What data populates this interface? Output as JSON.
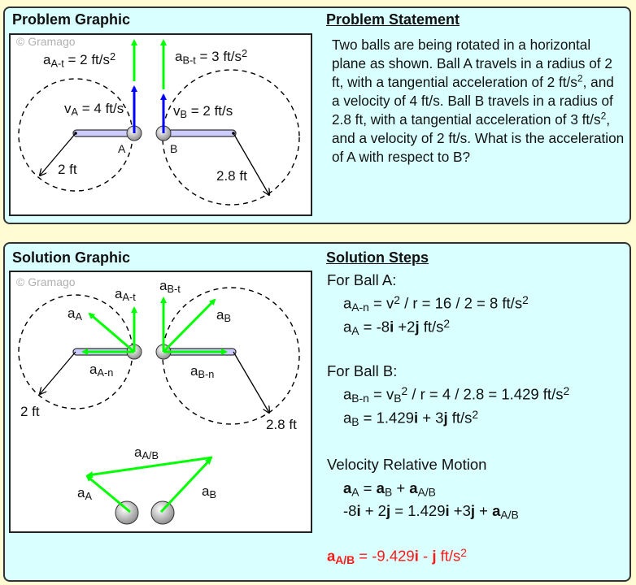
{
  "problem": {
    "graphic_title": "Problem Graphic",
    "statement_title": "Problem Statement",
    "watermark": "© Gramago",
    "statement": [
      [
        "Two balls are being rotated in a horizontal plane as shown. Ball A travels in a radius of 2 ft, with a tangential acceleration of 2 ft/s",
        ""
      ],
      [
        "2",
        "sup"
      ],
      [
        ", and a velocity of 4 ft/s. Ball B travels in a radius of 2.8 ft, with a tangential acceleration of 3 ft/s",
        ""
      ],
      [
        "2",
        "sup"
      ],
      [
        ", and a velocity of 2 ft/s. What is the acceleration of A with respect to B?",
        ""
      ]
    ],
    "labels": {
      "aAt": [
        [
          "a",
          ""
        ],
        [
          "A-t",
          "sub"
        ],
        [
          " = 2 ft/s",
          ""
        ],
        [
          "2",
          "sup"
        ]
      ],
      "aBt": [
        [
          "a",
          ""
        ],
        [
          "B-t",
          "sub"
        ],
        [
          " = 3 ft/s",
          ""
        ],
        [
          "2",
          "sup"
        ]
      ],
      "vA": [
        [
          "v",
          ""
        ],
        [
          "A",
          "sub"
        ],
        [
          " = 4 ft/s",
          ""
        ]
      ],
      "vB": [
        [
          "v",
          ""
        ],
        [
          "B",
          "sub"
        ],
        [
          " = 2 ft/s",
          ""
        ]
      ],
      "A": [
        [
          "A",
          ""
        ]
      ],
      "B": [
        [
          "B",
          ""
        ]
      ],
      "rA": [
        [
          "2 ft",
          ""
        ]
      ],
      "rB": [
        [
          "2.8 ft",
          ""
        ]
      ]
    }
  },
  "solution": {
    "graphic_title": "Solution Graphic",
    "steps_title": "Solution Steps",
    "watermark": "© Gramago",
    "labels": {
      "aAt": [
        [
          "a",
          ""
        ],
        [
          "A-t",
          "sub"
        ]
      ],
      "aA": [
        [
          "a",
          ""
        ],
        [
          "A",
          "sub"
        ]
      ],
      "aBt": [
        [
          "a",
          ""
        ],
        [
          "B-t",
          "sub"
        ]
      ],
      "aB": [
        [
          "a",
          ""
        ],
        [
          "B",
          "sub"
        ]
      ],
      "aAn": [
        [
          "a",
          ""
        ],
        [
          "A-n",
          "sub"
        ]
      ],
      "aBn": [
        [
          "a",
          ""
        ],
        [
          "B-n",
          "sub"
        ]
      ],
      "rA": [
        [
          "2 ft",
          ""
        ]
      ],
      "rB": [
        [
          "2.8 ft",
          ""
        ]
      ],
      "aAB": [
        [
          "a",
          ""
        ],
        [
          "A/B",
          "sub"
        ]
      ],
      "aA2": [
        [
          "a",
          ""
        ],
        [
          "A",
          "sub"
        ]
      ],
      "aB2": [
        [
          "a",
          ""
        ],
        [
          "B",
          "sub"
        ]
      ]
    },
    "steps": {
      "ballA_title": [
        [
          "For Ball A:",
          ""
        ]
      ],
      "ballA_1": [
        [
          "a",
          ""
        ],
        [
          "A-n",
          "sub"
        ],
        [
          " = v",
          ""
        ],
        [
          "2",
          "sup"
        ],
        [
          " / r = 16 / 2 = 8 ft/s",
          ""
        ],
        [
          "2",
          "sup"
        ]
      ],
      "ballA_2": [
        [
          "a",
          ""
        ],
        [
          "A",
          "sub"
        ],
        [
          " = -8",
          ""
        ],
        [
          "i",
          "b"
        ],
        [
          " +2",
          ""
        ],
        [
          "j",
          "b"
        ],
        [
          " ft/s",
          ""
        ],
        [
          "2",
          "sup"
        ]
      ],
      "ballB_title": [
        [
          "For Ball B:",
          ""
        ]
      ],
      "ballB_1": [
        [
          "a",
          ""
        ],
        [
          "B-n",
          "sub"
        ],
        [
          " = v",
          ""
        ],
        [
          "B",
          "sub"
        ],
        [
          "2",
          "sup"
        ],
        [
          " / r = 4 / 2.8 = 1.429 ft/s",
          ""
        ],
        [
          "2",
          "sup"
        ]
      ],
      "ballB_2": [
        [
          "a",
          ""
        ],
        [
          "B",
          "sub"
        ],
        [
          " = 1.429",
          ""
        ],
        [
          "i",
          "b"
        ],
        [
          " + 3",
          ""
        ],
        [
          "j",
          "b"
        ],
        [
          " ft/s",
          ""
        ],
        [
          "2",
          "sup"
        ]
      ],
      "rel_title": [
        [
          "Velocity Relative Motion",
          ""
        ]
      ],
      "rel_1": [
        [
          "a",
          "b"
        ],
        [
          "A",
          "sub"
        ],
        [
          " = ",
          ""
        ],
        [
          "a",
          "b"
        ],
        [
          "B",
          "sub"
        ],
        [
          " + ",
          ""
        ],
        [
          "a",
          "b"
        ],
        [
          "A/B",
          "sub"
        ]
      ],
      "rel_2": [
        [
          "-8",
          ""
        ],
        [
          "i",
          "b"
        ],
        [
          " + 2",
          ""
        ],
        [
          "j",
          "b"
        ],
        [
          " = 1.429",
          ""
        ],
        [
          "i",
          "b"
        ],
        [
          " +3",
          ""
        ],
        [
          "j",
          "b"
        ],
        [
          " + ",
          ""
        ],
        [
          "a",
          "b"
        ],
        [
          "A/B",
          "sub"
        ]
      ],
      "answer": [
        [
          "a",
          "b"
        ],
        [
          "A/B",
          "bsub"
        ],
        [
          " = -9.429",
          ""
        ],
        [
          "i",
          "b"
        ],
        [
          " - ",
          ""
        ],
        [
          "j",
          "b"
        ],
        [
          "  ft/s",
          ""
        ],
        [
          "2",
          "sup"
        ]
      ]
    }
  },
  "colors": {
    "green": "#00ff00",
    "blue": "#0000ff",
    "answer": "#ff1a1a",
    "bar": "#ccccff"
  }
}
